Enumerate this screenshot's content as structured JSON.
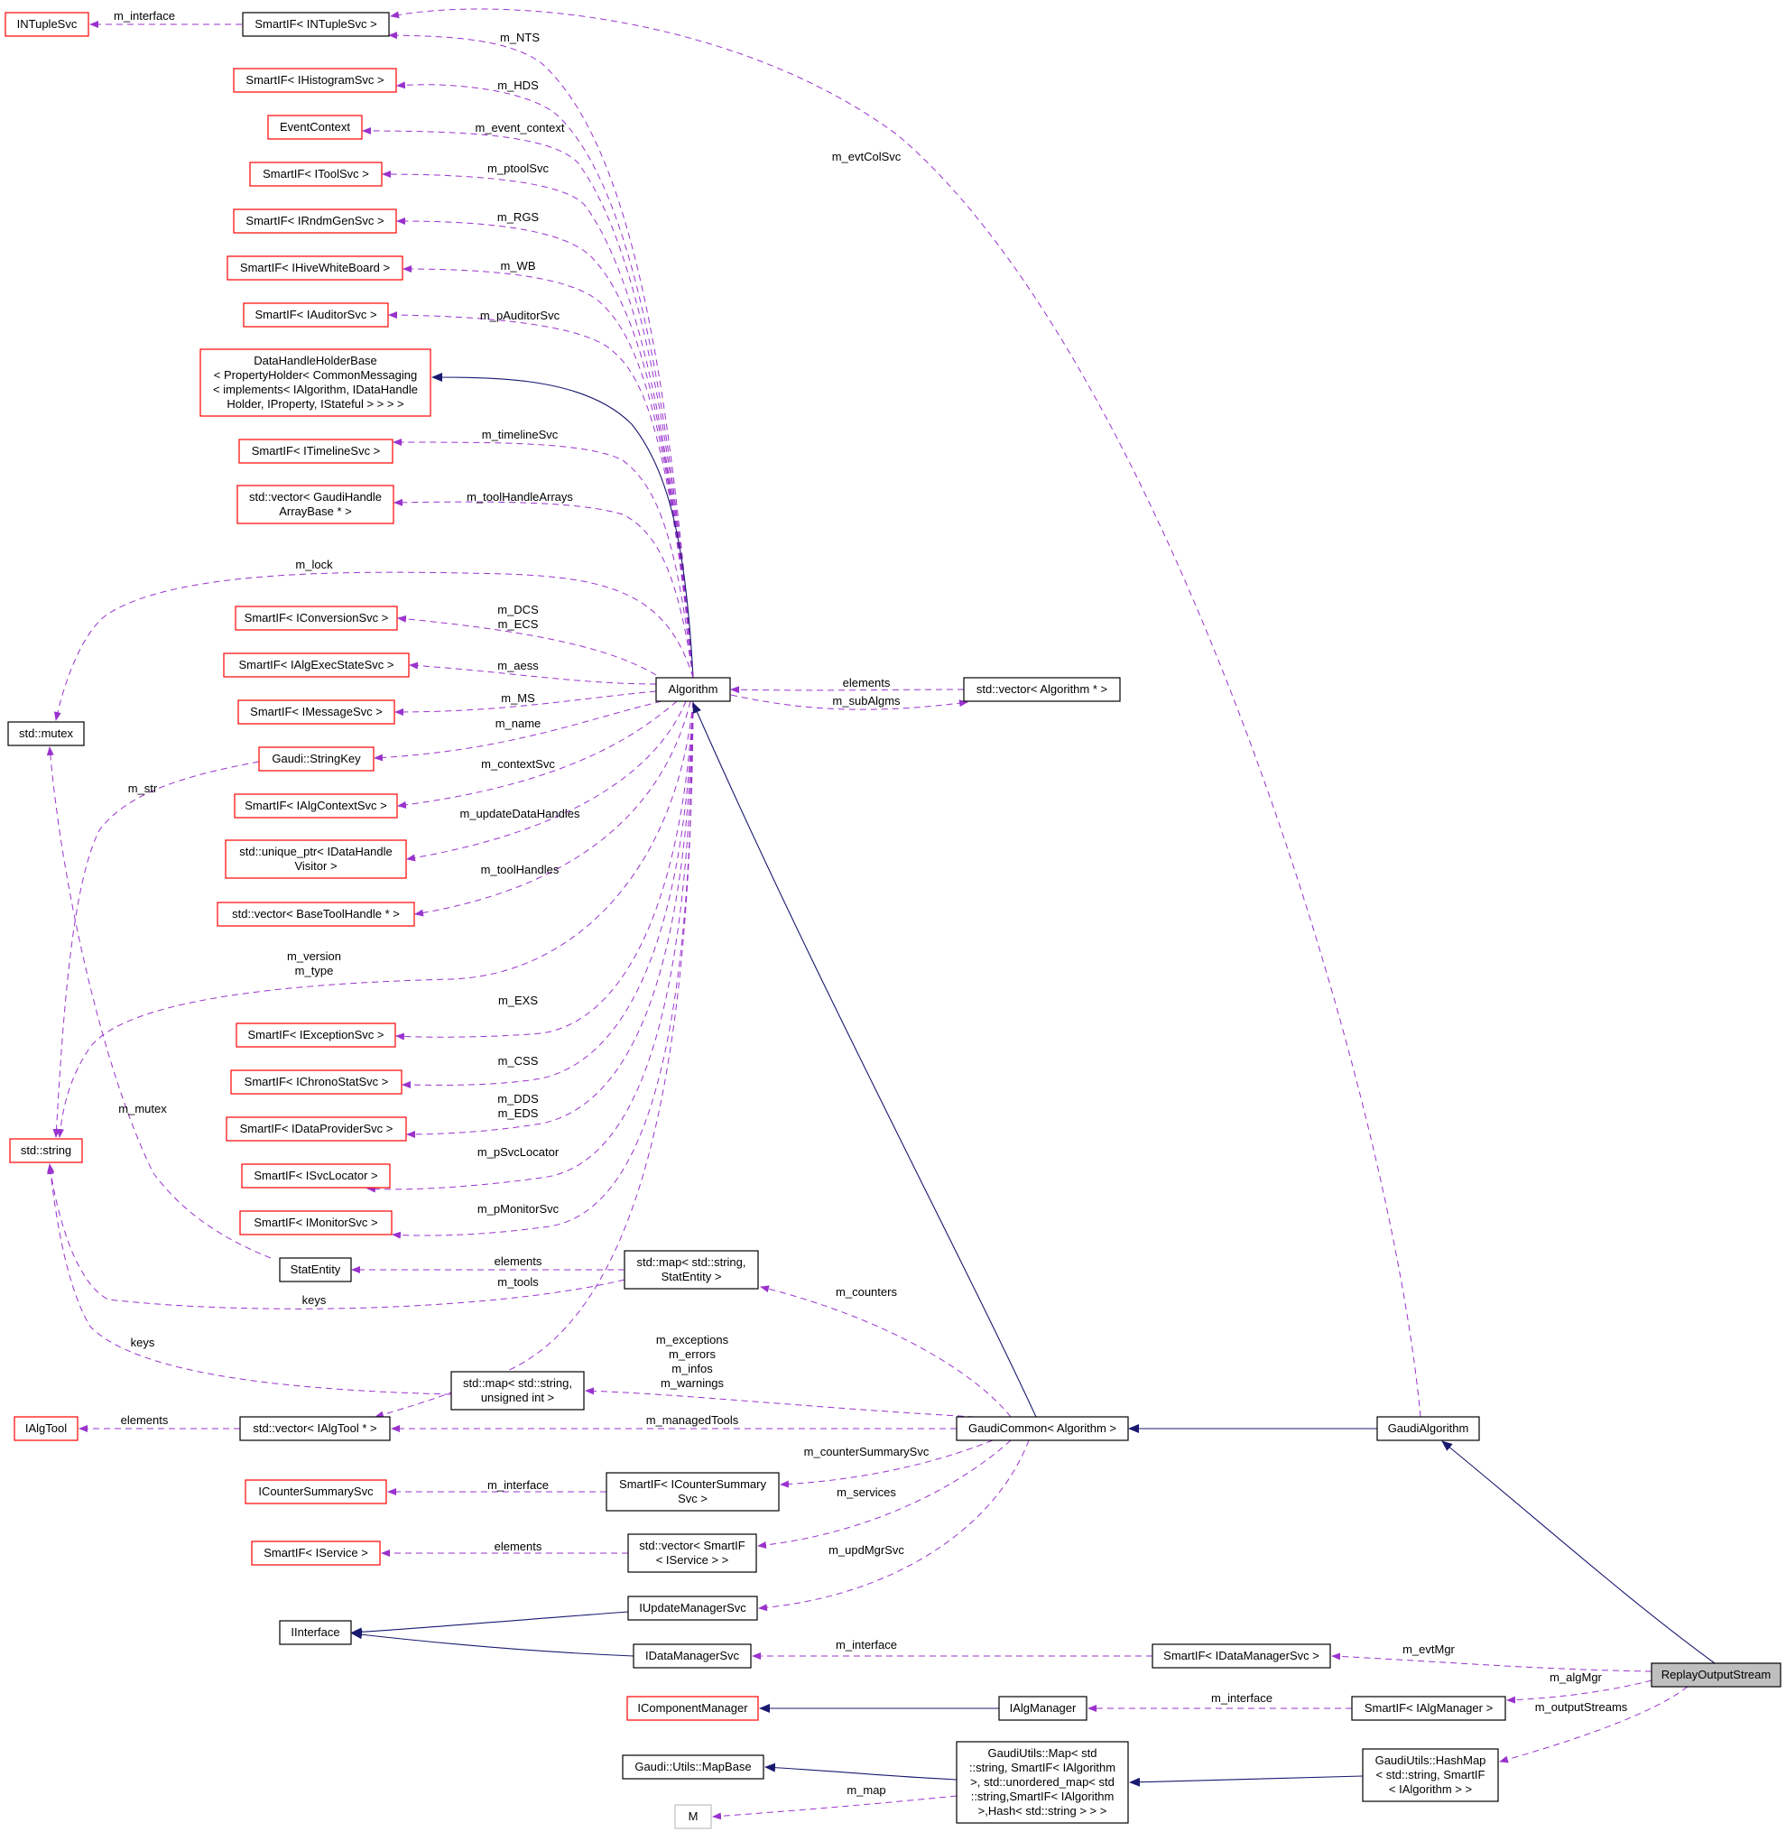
{
  "nodes": {
    "ntuplesvc": [
      "INTupleSvc"
    ],
    "smart_ntuple": [
      "SmartIF< INTupleSvc >"
    ],
    "smart_hist": [
      "SmartIF< IHistogramSvc >"
    ],
    "eventcontext": [
      "EventContext"
    ],
    "smart_tool": [
      "SmartIF< IToolSvc >"
    ],
    "smart_rndm": [
      "SmartIF< IRndmGenSvc >"
    ],
    "smart_hive": [
      "SmartIF< IHiveWhiteBoard >"
    ],
    "smart_auditor": [
      "SmartIF< IAuditorSvc >"
    ],
    "dhhb": [
      "DataHandleHolderBase",
      "< PropertyHolder< CommonMessaging",
      "< implements< IAlgorithm, IDataHandle",
      "Holder, IProperty, IStateful > > > >"
    ],
    "smart_timeline": [
      "SmartIF< ITimelineSvc >"
    ],
    "vec_gha": [
      "std::vector< GaudiHandle",
      "ArrayBase * >"
    ],
    "smart_conv": [
      "SmartIF< IConversionSvc >"
    ],
    "smart_algexec": [
      "SmartIF< IAlgExecStateSvc >"
    ],
    "smart_msg": [
      "SmartIF< IMessageSvc >"
    ],
    "stringkey": [
      "Gaudi::StringKey"
    ],
    "smart_algctx": [
      "SmartIF< IAlgContextSvc >"
    ],
    "uptr_dhv": [
      "std::unique_ptr< IDataHandle",
      "Visitor >"
    ],
    "vec_bth": [
      "std::vector< BaseToolHandle * >"
    ],
    "smart_exc": [
      "SmartIF< IExceptionSvc >"
    ],
    "smart_chrono": [
      "SmartIF< IChronoStatSvc >"
    ],
    "smart_dataprov": [
      "SmartIF< IDataProviderSvc >"
    ],
    "smart_svcloc": [
      "SmartIF< ISvcLocator >"
    ],
    "smart_monitor": [
      "SmartIF< IMonitorSvc >"
    ],
    "mutex": [
      "std::mutex"
    ],
    "string": [
      "std::string"
    ],
    "algorithm": [
      "Algorithm"
    ],
    "vec_alg": [
      "std::vector< Algorithm * >"
    ],
    "statentity": [
      "StatEntity"
    ],
    "map_statentity": [
      "std::map< std::string,",
      "StatEntity >"
    ],
    "map_uint": [
      "std::map< std::string,",
      "unsigned int >"
    ],
    "ialgtool": [
      "IAlgTool"
    ],
    "vec_ialgtool": [
      "std::vector< IAlgTool * >"
    ],
    "gaudicommon": [
      "GaudiCommon< Algorithm >"
    ],
    "gaudialgorithm": [
      "GaudiAlgorithm"
    ],
    "icountersummary": [
      "ICounterSummarySvc"
    ],
    "smart_countersummary": [
      "SmartIF< ICounterSummary",
      "Svc >"
    ],
    "smart_iservice": [
      "SmartIF< IService >"
    ],
    "vec_smart_iservice": [
      "std::vector< SmartIF",
      "< IService > >"
    ],
    "iupdatemanager": [
      "IUpdateManagerSvc"
    ],
    "iinterface": [
      "IInterface"
    ],
    "idatamanager": [
      "IDataManagerSvc"
    ],
    "smart_idatamanager": [
      "SmartIF< IDataManagerSvc >"
    ],
    "replay": [
      "ReplayOutputStream"
    ],
    "icomponentmanager": [
      "IComponentManager"
    ],
    "ialgmanager": [
      "IAlgManager"
    ],
    "smart_ialgmanager": [
      "SmartIF< IAlgManager >"
    ],
    "mapbase": [
      "Gaudi::Utils::MapBase"
    ],
    "gaudimap": [
      "GaudiUtils::Map< std",
      "::string, SmartIF< IAlgorithm",
      ">, std::unordered_map< std",
      "::string,SmartIF< IAlgorithm",
      ">,Hash< std::string > > >"
    ],
    "hashmap": [
      "GaudiUtils::HashMap",
      "< std::string, SmartIF",
      "< IAlgorithm > >"
    ],
    "m": [
      "M"
    ]
  },
  "edge_labels": {
    "m_interface_ntuple": [
      "m_interface"
    ],
    "m_nts": [
      "m_NTS"
    ],
    "m_hds": [
      "m_HDS"
    ],
    "m_event_context": [
      "m_event_context"
    ],
    "m_ptoolsvc": [
      "m_ptoolSvc"
    ],
    "m_rgs": [
      "m_RGS"
    ],
    "m_wb": [
      "m_WB"
    ],
    "m_pauditorsvc": [
      "m_pAuditorSvc"
    ],
    "m_timelinesvc": [
      "m_timelineSvc"
    ],
    "m_toolhandlearrays": [
      "m_toolHandleArrays"
    ],
    "m_lock": [
      "m_lock"
    ],
    "m_dcs_ecs": [
      "m_DCS",
      "m_ECS"
    ],
    "m_aess": [
      "m_aess"
    ],
    "m_ms": [
      "m_MS"
    ],
    "m_name": [
      "m_name"
    ],
    "m_contextsvc": [
      "m_contextSvc"
    ],
    "m_str": [
      "m_str"
    ],
    "m_updatedatahandles": [
      "m_updateDataHandles"
    ],
    "m_toolhandles": [
      "m_toolHandles"
    ],
    "m_version_type": [
      "m_version",
      "m_type"
    ],
    "m_exs": [
      "m_EXS"
    ],
    "m_css": [
      "m_CSS"
    ],
    "m_dds_eds": [
      "m_DDS",
      "m_EDS"
    ],
    "m_mutex": [
      "m_mutex"
    ],
    "m_psvclocator": [
      "m_pSvcLocator"
    ],
    "m_pmonitorsvc": [
      "m_pMonitorSvc"
    ],
    "m_evtcolsvc": [
      "m_evtColSvc"
    ],
    "elements_alg": [
      "elements"
    ],
    "m_subalgms": [
      "m_subAlgms"
    ],
    "elements_stat": [
      "elements"
    ],
    "m_tools": [
      "m_tools"
    ],
    "keys_stat": [
      "keys"
    ],
    "m_counters": [
      "m_counters"
    ],
    "keys_uint": [
      "keys"
    ],
    "m_exceptions": [
      "m_exceptions",
      "m_errors",
      "m_infos",
      "m_warnings"
    ],
    "elements_algtool": [
      "elements"
    ],
    "m_managedtools": [
      "m_managedTools"
    ],
    "m_countersummarysvc": [
      "m_counterSummarySvc"
    ],
    "m_interface_cs": [
      "m_interface"
    ],
    "m_services": [
      "m_services"
    ],
    "elements_svc": [
      "elements"
    ],
    "m_updmgrsvc": [
      "m_updMgrSvc"
    ],
    "m_interface_dm": [
      "m_interface"
    ],
    "m_evtmgr": [
      "m_evtMgr"
    ],
    "m_algmgr": [
      "m_algMgr"
    ],
    "m_interface_am": [
      "m_interface"
    ],
    "m_outputstreams": [
      "m_outputStreams"
    ],
    "m_map": [
      "m_map"
    ]
  },
  "colors": {
    "usage_edge": "#9a32cd",
    "inheritance_edge": "#191970",
    "incomplete_border": "#ff0000",
    "complete_border": "#000000",
    "focus_fill": "#bfbfbf"
  }
}
